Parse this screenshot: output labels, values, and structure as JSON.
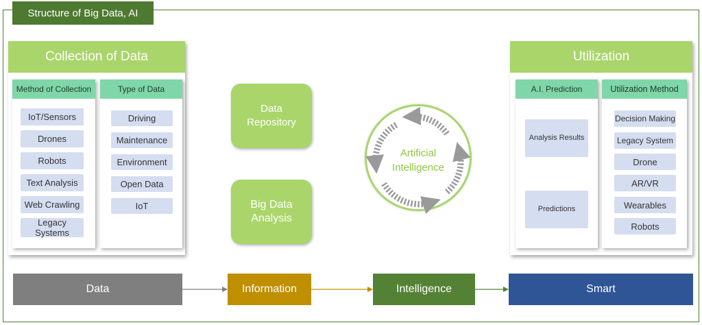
{
  "title": "Structure of Big Data, AI",
  "collection": {
    "heading": "Collection of Data",
    "method": {
      "heading": "Method of Collection",
      "items": [
        "IoT/Sensors",
        "Drones",
        "Robots",
        "Text Analysis",
        "Web Crawling",
        "Legacy Systems"
      ]
    },
    "type": {
      "heading": "Type of Data",
      "items": [
        "Driving",
        "Maintenance",
        "Environment",
        "Open Data",
        "IoT"
      ]
    }
  },
  "middle": {
    "repository": "Data Repository",
    "analysis": "Big Data Analysis"
  },
  "ai": {
    "label": "Artificial Intelligence"
  },
  "utilization": {
    "heading": "Utilization",
    "prediction": {
      "heading": "A.I. Prediction",
      "items": [
        "Analysis Results",
        "Predictions"
      ]
    },
    "method": {
      "heading": "Utilization Method",
      "items": [
        "Decision Making",
        "Legacy System",
        "Drone",
        "AR/VR",
        "Wearables",
        "Robots"
      ]
    }
  },
  "flow": [
    "Data",
    "Information",
    "Intelligence",
    "Smart"
  ],
  "colors": {
    "frame": "#4a7c2f",
    "panel_header": "#a9d56a",
    "column_header": "#7fd6a8",
    "item_fill": "#d5ddf0",
    "flow_data": "#7f7f7f",
    "flow_information": "#bf8f00",
    "flow_intelligence": "#548235",
    "flow_smart": "#2f5597"
  }
}
